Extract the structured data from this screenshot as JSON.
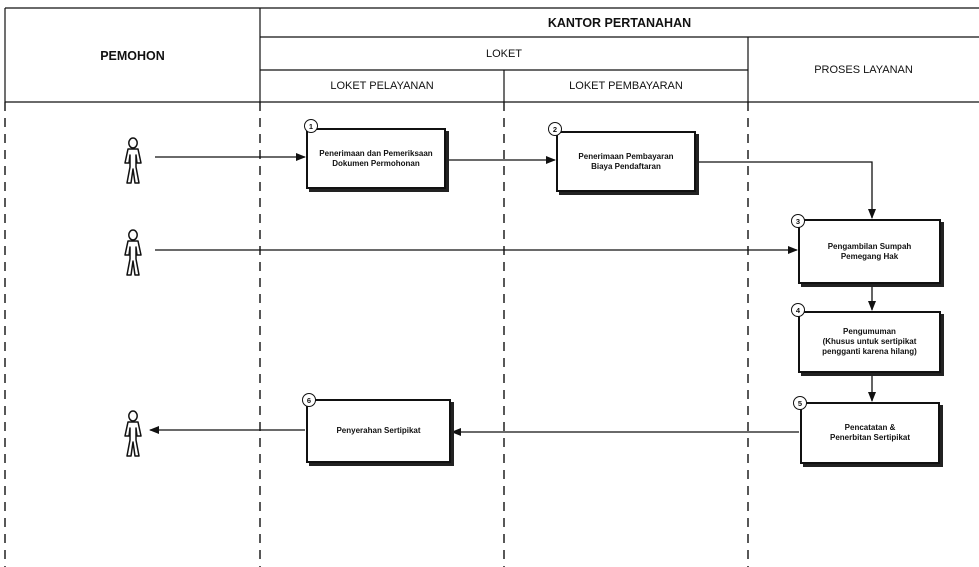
{
  "headers": {
    "applicant": "PEMOHON",
    "office": "KANTOR PERTANAHAN",
    "counter": "LOKET",
    "service_counter": "LOKET PELAYANAN",
    "payment_counter": "LOKET PEMBAYARAN",
    "service_process": "PROSES LAYANAN"
  },
  "steps": [
    {
      "number": "1",
      "label": "Penerimaan dan Pemeriksaan\nDokumen Permohonan"
    },
    {
      "number": "2",
      "label": "Penerimaan Pembayaran\nBiaya Pendaftaran"
    },
    {
      "number": "3",
      "label": "Pengambilan Sumpah\nPemegang Hak"
    },
    {
      "number": "4",
      "label": "Pengumuman\n(Khusus untuk sertipikat\npengganti karena hilang)"
    },
    {
      "number": "5",
      "label": "Pencatatan &\nPenerbitan Sertipikat"
    },
    {
      "number": "6",
      "label": "Penyerahan Sertipikat"
    }
  ],
  "icons": [
    "person-icon"
  ],
  "colors": {
    "line": "#111111",
    "background": "#ffffff"
  }
}
